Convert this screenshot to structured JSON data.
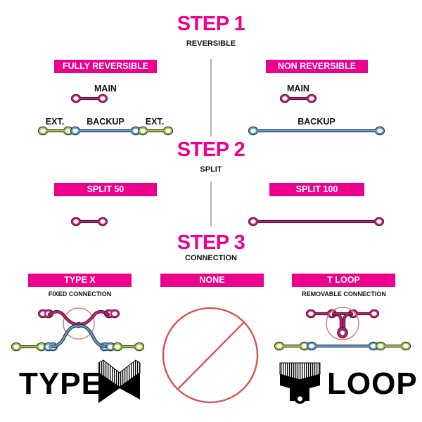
{
  "colors": {
    "accent": "#EC008C",
    "main_strap": "#D4127E",
    "backup_strap": "#5B9BD0",
    "extension_strap": "#9BC53D",
    "outline": "#2a2a2a",
    "none_symbol": "#E04A4A",
    "divider": "#B5B5B5"
  },
  "step1": {
    "title": "STEP 1",
    "subtitle": "REVERSIBLE",
    "left": {
      "banner": "FULLY REVERSIBLE",
      "main_label": "MAIN",
      "ext_left_label": "EXT.",
      "backup_label": "BACKUP",
      "ext_right_label": "EXT."
    },
    "right": {
      "banner": "NON REVERSIBLE",
      "main_label": "MAIN",
      "backup_label": "BACKUP"
    }
  },
  "step2": {
    "title": "STEP 2",
    "subtitle": "SPLIT",
    "left": {
      "banner": "SPLIT 50"
    },
    "right": {
      "banner": "SPLIT 100"
    }
  },
  "step3": {
    "title": "STEP 3",
    "subtitle": "CONNECTION",
    "options": [
      {
        "banner": "TYPE X",
        "caption": "FIXED CONNECTION"
      },
      {
        "banner": "NONE",
        "caption": ""
      },
      {
        "banner": "T LOOP",
        "caption": "REMOVABLE CONNECTION"
      }
    ]
  },
  "brands": {
    "type_x": {
      "text": "TYPE",
      "icon": "type-x-logo-icon"
    },
    "t_loop": {
      "text": "LOOP",
      "icon": "t-loop-logo-icon"
    }
  }
}
